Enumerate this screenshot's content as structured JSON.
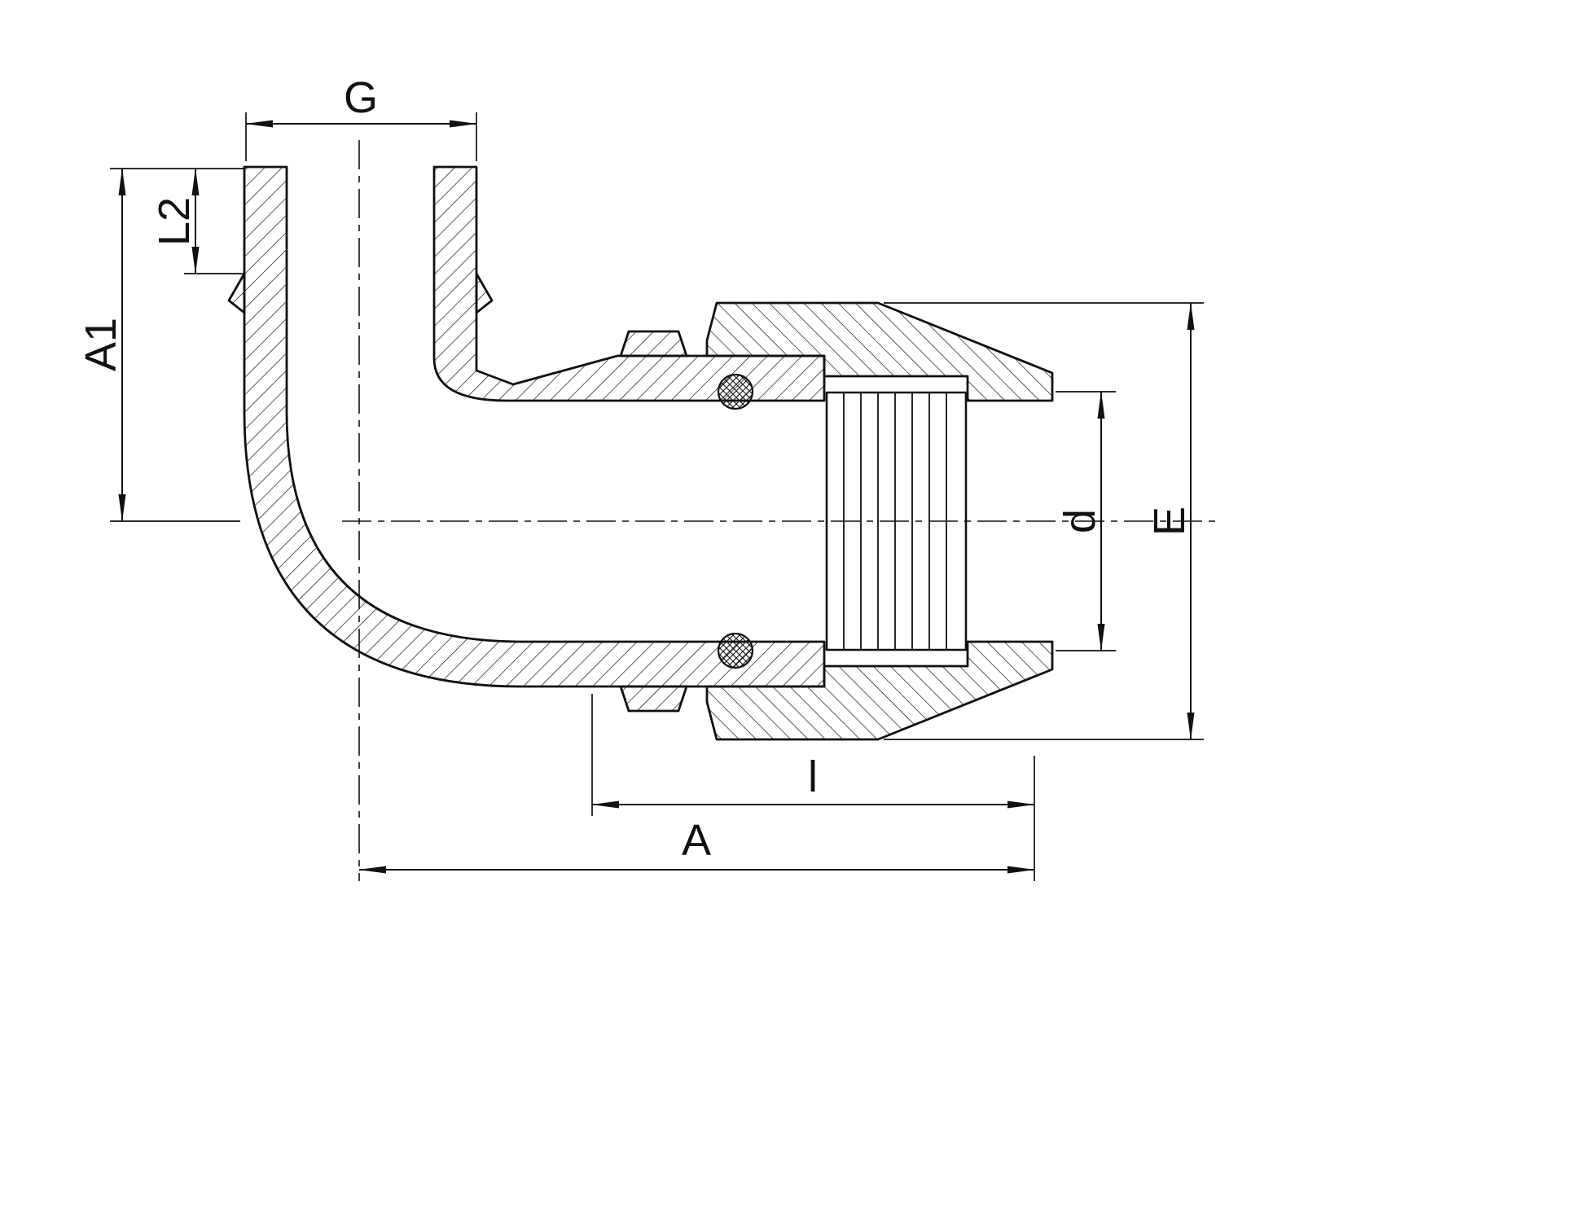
{
  "figure": {
    "background_color": "#ffffff",
    "line_color": "#111111"
  },
  "dimensions": {
    "g": "G",
    "l2": "L2",
    "a1": "A1",
    "a": "A",
    "l": "l",
    "d": "d",
    "e": "E"
  }
}
